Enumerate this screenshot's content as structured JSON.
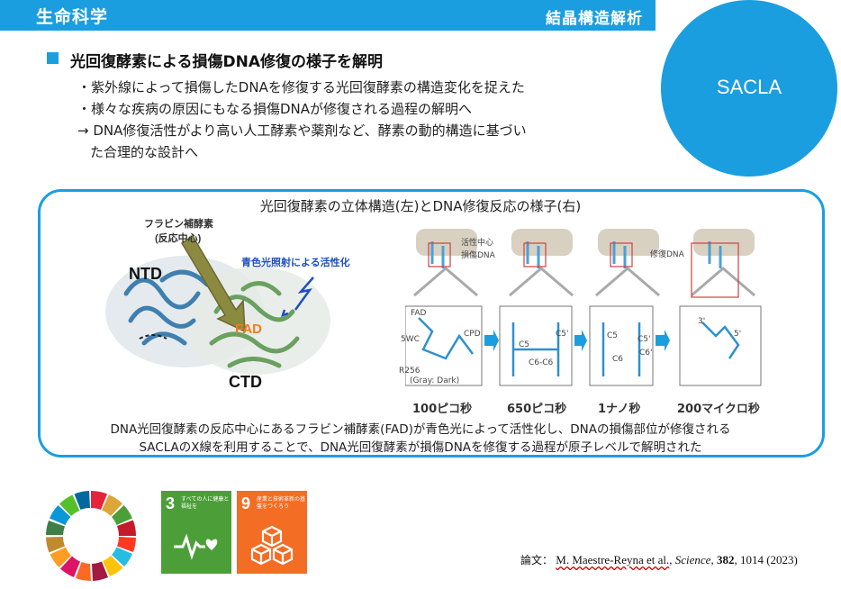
{
  "header": {
    "category": "生命科学",
    "field": "結晶構造解析"
  },
  "badge": {
    "label": "SACLA"
  },
  "headline": "光回復酵素による損傷DNA修復の様子を解明",
  "bullets": [
    "・紫外線によって損傷したDNAを修復する光回復酵素の構造変化を捉えた",
    "・様々な疾病の原因にもなる損傷DNAが修復される過程の解明へ",
    "→ DNA修復活性がより高い人工酵素や薬剤など、酵素の動的構造に基づい",
    "た合理的な設計へ"
  ],
  "panel": {
    "title": "光回復酵素の立体構造(左)とDNA修復反応の様子(右)",
    "left_figure": {
      "flavin_label_1": "フラビン補酵素",
      "flavin_label_2": "(反応中心)",
      "blue_light_label": "青色光照射による活性化",
      "ntd": "NTD",
      "ctd": "CTD",
      "fad": "FAD"
    },
    "right_figure": {
      "legend_active_center": "活性中心",
      "legend_damaged_dna": "損傷DNA",
      "repaired_dna": "修復DNA",
      "detail_labels": [
        "FAD",
        "5WC",
        "CPD",
        "R256",
        "(Gray: Dark)",
        "C5",
        "C5'",
        "C6-C6",
        "C5",
        "C5'",
        "C6",
        "C6'",
        "3'",
        "5'"
      ],
      "time_labels": [
        "100ピコ秒",
        "650ピコ秒",
        "1ナノ秒",
        "200マイクロ秒"
      ]
    },
    "captions": [
      "DNA光回復酵素の反応中心にあるフラビン補酵素(FAD)が青色光によって活性化し、DNAの損傷部位が修復される",
      "SACLAのX線を利用することで、DNA光回復酵素が損傷DNAを修復する過程が原子レベルで解明された"
    ]
  },
  "sdg": {
    "goal3": {
      "number": "3",
      "text": "すべての人に健康と福祉を"
    },
    "goal9": {
      "number": "9",
      "text": "産業と技術革新の基盤をつくろう"
    }
  },
  "citation": {
    "label": "論文：",
    "authors": "M. Maestre-Reyna et al.",
    "journal": "Science",
    "volume": "382",
    "rest": ", 1014 (2023)"
  },
  "colors": {
    "accent": "#1a9ee0",
    "sdg3": "#4c9f38",
    "sdg9": "#f36d25",
    "fad": "#f07a20"
  }
}
